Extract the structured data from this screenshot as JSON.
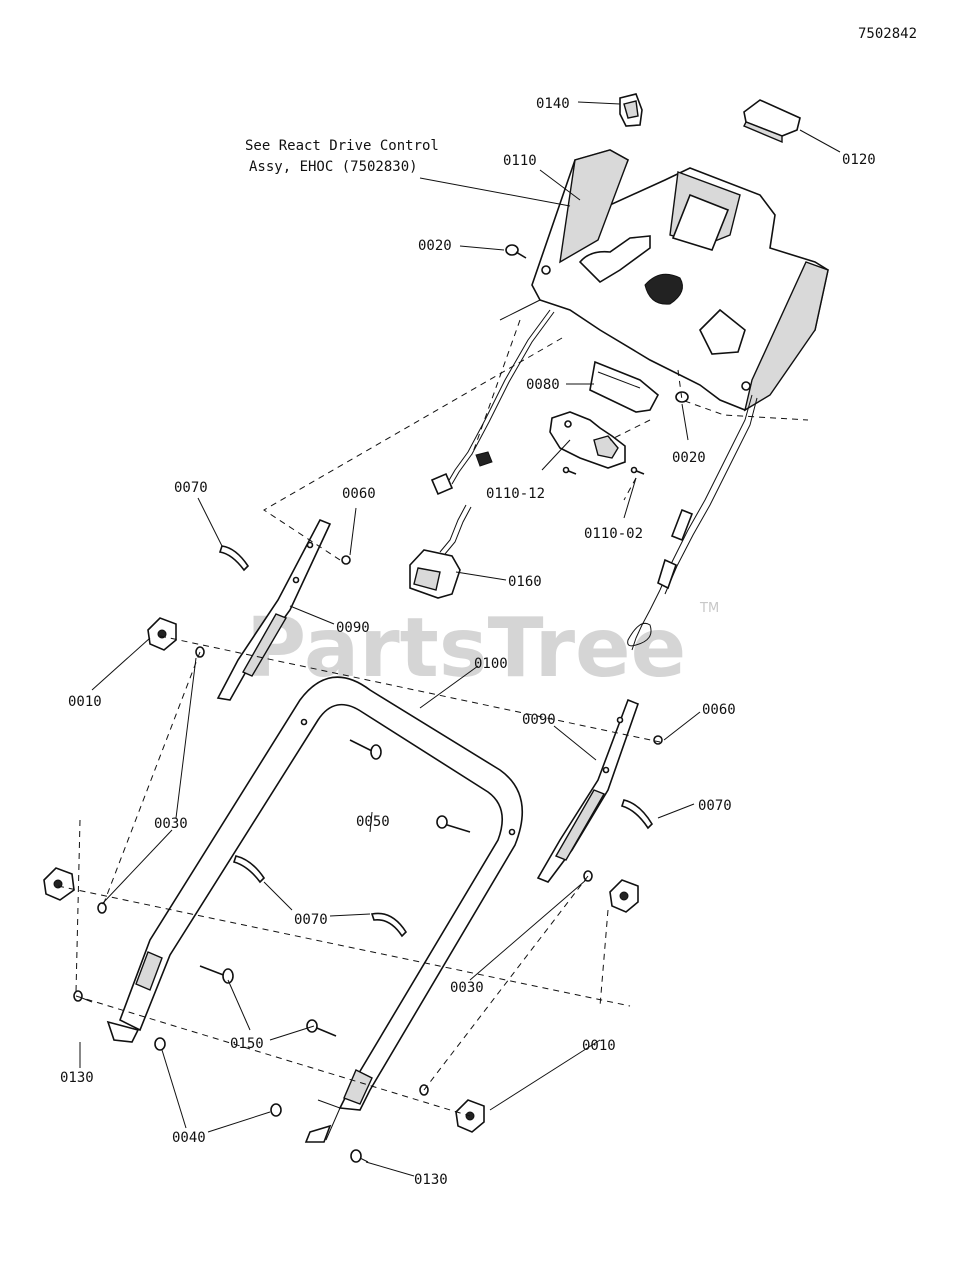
{
  "diagram_id": "7502842",
  "note_line1": "See React Drive Control",
  "note_line2": "Assy, EHOC (7502830)",
  "watermark": "PartsTree",
  "watermark_tm": "TM",
  "labels": {
    "l0140": "0140",
    "l0120": "0120",
    "l0110": "0110",
    "l0020a": "0020",
    "l0080": "0080",
    "l0020b": "0020",
    "l0110_12": "0110-12",
    "l0110_02": "0110-02",
    "l0070a": "0070",
    "l0060a": "0060",
    "l0160": "0160",
    "l0090a": "0090",
    "l0010a": "0010",
    "l0100": "0100",
    "l0090b": "0090",
    "l0060b": "0060",
    "l0030a": "0030",
    "l0050": "0050",
    "l0070b": "0070",
    "l0070c": "0070",
    "l0030b": "0030",
    "l0010b": "0010",
    "l0150": "0150",
    "l0130a": "0130",
    "l0040": "0040",
    "l0130b": "0130"
  }
}
